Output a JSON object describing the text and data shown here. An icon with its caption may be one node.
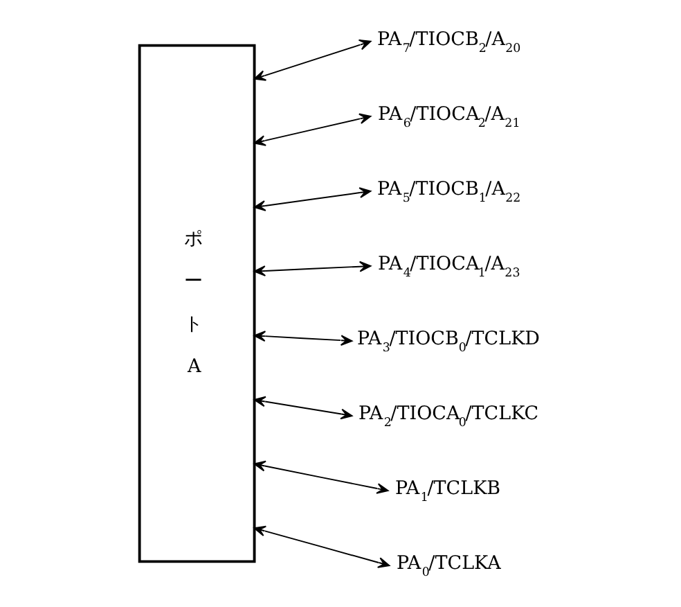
{
  "diagram": {
    "nodes": [
      {
        "text": [
          "ポートA"
        ]
      },
      {
        "text": [
          "PA$_{7}$/TIOCB$_{2}$/A$_{20}$"
        ]
      },
      {
        "text": [
          "PA$_{6}$/TIOCA$_{2}$/A$_{21}$"
        ]
      },
      {
        "text": [
          "PA$_{5}$/TIOCB$_{1}$/A$_{22}$"
        ]
      },
      {
        "text": [
          "PA$_{4}$/TIOCA$_{1}$/A$_{23}$"
        ]
      },
      {
        "text": [
          "PA$_{3}$/TIOCB$_{0}$/TCLKD"
        ]
      },
      {
        "text": [
          "PA$_{2}$/TIOCA$_{0}$/TCLKC"
        ]
      },
      {
        "text": [
          "PA$_{1}$/TCLKB"
        ]
      },
      {
        "text": [
          "PA$_{0}$/TCLKA"
        ]
      }
    ],
    "edges": [
      {
        "from": 0,
        "to": 1,
        "arrow": "both"
      },
      {
        "from": 0,
        "to": 2,
        "arrow": "both"
      },
      {
        "from": 0,
        "to": 3,
        "arrow": "both"
      },
      {
        "from": 0,
        "to": 4,
        "arrow": "both"
      },
      {
        "from": 0,
        "to": 5,
        "arrow": "both"
      },
      {
        "from": 0,
        "to": 6,
        "arrow": "both"
      },
      {
        "from": 0,
        "to": 7,
        "arrow": "both"
      },
      {
        "from": 0,
        "to": 8,
        "arrow": "both"
      }
    ]
  }
}
